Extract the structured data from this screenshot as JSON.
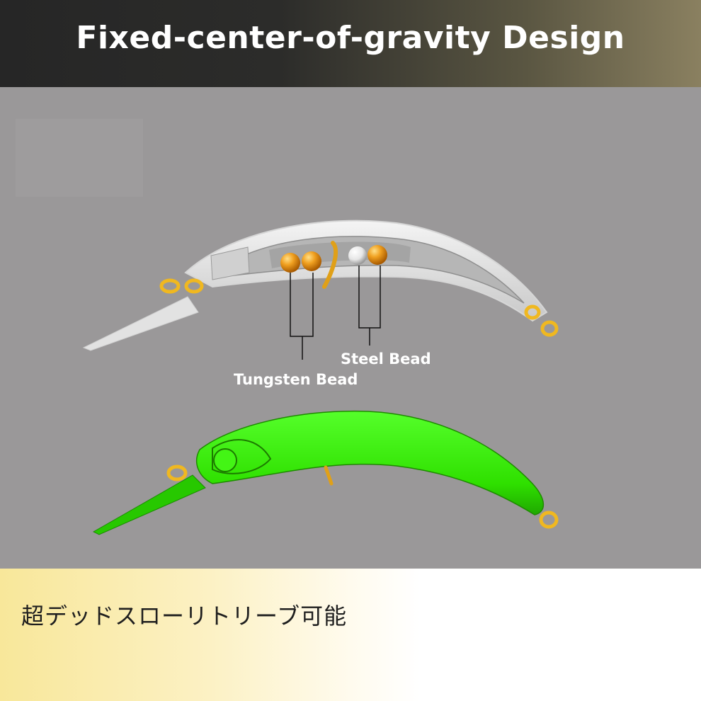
{
  "header": {
    "title": "Fixed-center-of-gravity Design"
  },
  "diagram": {
    "steel_label": "Steel Bead",
    "tungsten_label": "Tungsten Bead",
    "colors": {
      "background": "#9a9899",
      "lure_shell": "#e4e4e4",
      "tungsten_bead": "#f0a020",
      "steel_bead": "#f4f4f4",
      "ring": "#f0b820",
      "green_body": "#3cf00c"
    }
  },
  "footer": {
    "text": "超デッドスローリトリーブ可能"
  }
}
